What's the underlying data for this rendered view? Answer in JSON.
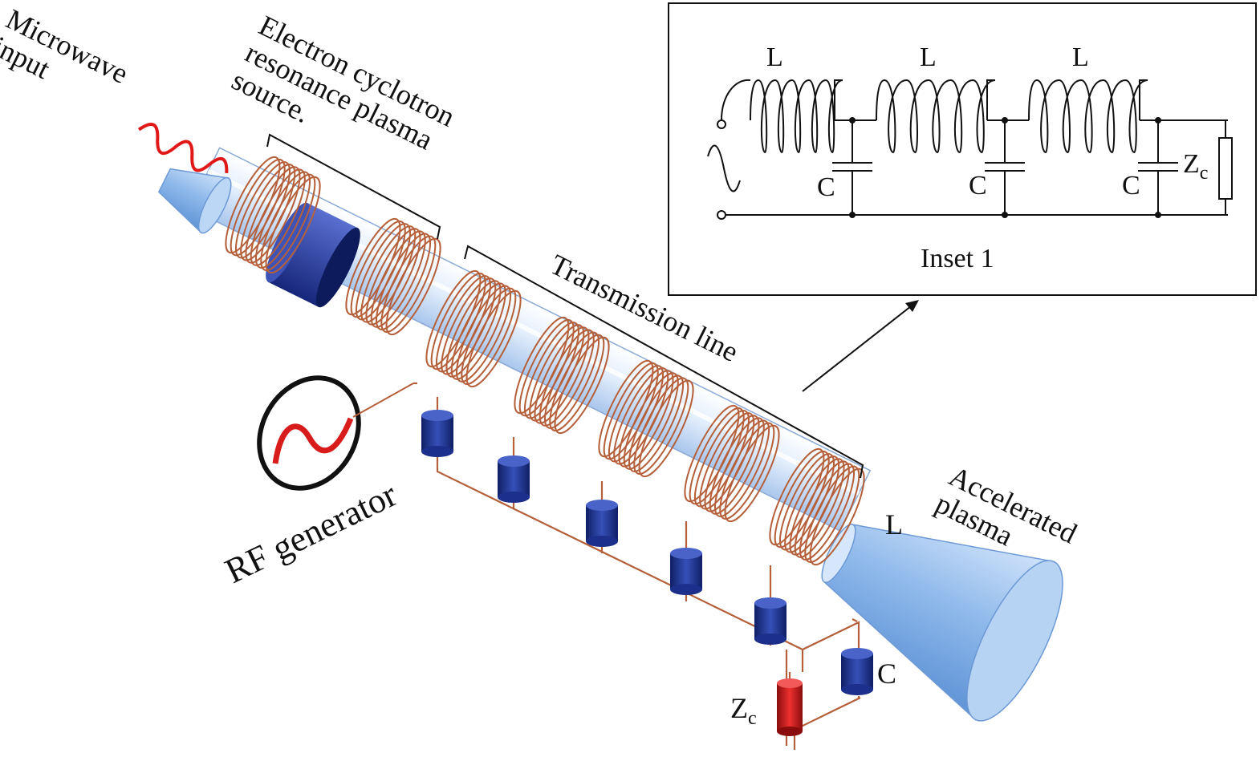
{
  "labels": {
    "microwave_input": [
      "Microwave",
      "input"
    ],
    "ecr_source": [
      "Electron cyclotron",
      "resonance plasma",
      "source."
    ],
    "transmission_line": "Transmission line",
    "rf_generator": "RF generator",
    "accelerated_plasma": [
      "Accelerated",
      "plasma"
    ],
    "coil_L": "L",
    "capacitor_C": "C",
    "zc_main": "Z",
    "zc_sub": "c"
  },
  "inset": {
    "title": "Inset 1",
    "inductor_labels": [
      "L",
      "L",
      "L"
    ],
    "capacitor_labels": [
      "C",
      "C",
      "C"
    ],
    "load_main": "Z",
    "load_sub": "c"
  },
  "colors": {
    "coil": "#b5603a",
    "capacitor": "#1c2f8a",
    "load": "#d81b1b",
    "wave": "#e01818",
    "tube": "#dbe9fb",
    "cone": "#9cc3ee"
  },
  "icons": {
    "rf_source": "rf-generator-icon",
    "ac_source": "ac-source-icon"
  }
}
